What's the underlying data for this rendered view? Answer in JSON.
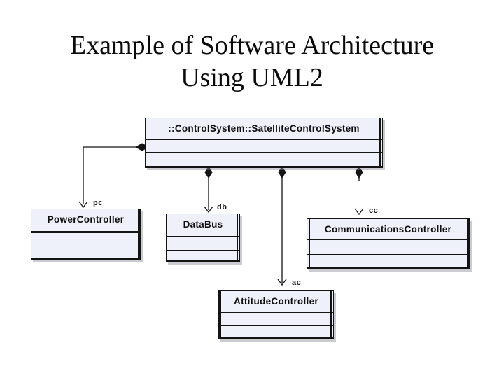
{
  "slide": {
    "title_line1": "Example of Software Architecture",
    "title_line2": "Using UML2"
  },
  "diagram": {
    "boxes": {
      "control_system": {
        "label": "::ControlSystem::SatelliteControlSystem"
      },
      "power_controller": {
        "label": "PowerController"
      },
      "data_bus": {
        "label": "DataBus"
      },
      "communications_controller": {
        "label": "CommunicationsController"
      },
      "attitude_controller": {
        "label": "AttitudeController"
      }
    },
    "port_labels": {
      "pc": "pc",
      "db": "db",
      "cc": "cc",
      "ac": "ac"
    },
    "colors": {
      "box_fill": "#eef0fa",
      "line": "#141414",
      "shadow": "#8c8c9b",
      "background": "#ffffff"
    }
  }
}
